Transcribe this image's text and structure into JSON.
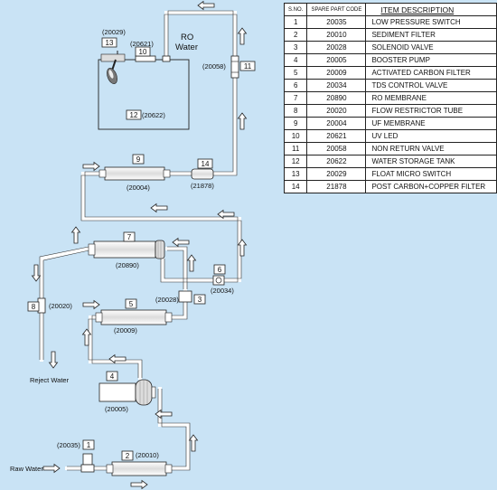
{
  "labels": {
    "ro_water": "RO",
    "ro_water_2": "Water",
    "reject_water": "Reject Water",
    "raw_water": "Raw Water"
  },
  "components": [
    {
      "num": "1",
      "code": "(20035)"
    },
    {
      "num": "2",
      "code": "(20010)"
    },
    {
      "num": "3",
      "code": "(20028)"
    },
    {
      "num": "4",
      "code": "(20005)"
    },
    {
      "num": "5",
      "code": "(20009)"
    },
    {
      "num": "6",
      "code": "(20034)"
    },
    {
      "num": "7",
      "code": "(20890)"
    },
    {
      "num": "8",
      "code": "(20020)"
    },
    {
      "num": "9",
      "code": "(20004)"
    },
    {
      "num": "10",
      "code": "(20621)"
    },
    {
      "num": "11",
      "code": "(20058)"
    },
    {
      "num": "12",
      "code": "(20622)"
    },
    {
      "num": "13",
      "code": "(20029)"
    },
    {
      "num": "14",
      "code": "(21878)"
    }
  ],
  "table": {
    "headers": {
      "sno": "S.NO.",
      "code": "SPARE PART CODE",
      "desc": "ITEM DESCRIPTION"
    },
    "rows": [
      {
        "sno": "1",
        "code": "20035",
        "desc": "LOW PRESSURE SWITCH"
      },
      {
        "sno": "2",
        "code": "20010",
        "desc": "SEDIMENT FILTER"
      },
      {
        "sno": "3",
        "code": "20028",
        "desc": "SOLENOID VALVE"
      },
      {
        "sno": "4",
        "code": "20005",
        "desc": "BOOSTER PUMP"
      },
      {
        "sno": "5",
        "code": "20009",
        "desc": "ACTIVATED CARBON FILTER"
      },
      {
        "sno": "6",
        "code": "20034",
        "desc": "TDS CONTROL VALVE"
      },
      {
        "sno": "7",
        "code": "20890",
        "desc": "RO MEMBRANE"
      },
      {
        "sno": "8",
        "code": "20020",
        "desc": "FLOW RESTRICTOR TUBE"
      },
      {
        "sno": "9",
        "code": "20004",
        "desc": "UF MEMBRANE"
      },
      {
        "sno": "10",
        "code": "20621",
        "desc": "UV LED"
      },
      {
        "sno": "11",
        "code": "20058",
        "desc": "NON RETURN VALVE"
      },
      {
        "sno": "12",
        "code": "20622",
        "desc": "WATER STORAGE TANK"
      },
      {
        "sno": "13",
        "code": "20029",
        "desc": "FLOAT MICRO SWITCH"
      },
      {
        "sno": "14",
        "code": "21878",
        "desc": "POST CARBON+COPPER FILTER"
      }
    ]
  },
  "colors": {
    "background": "#c9e3f5",
    "pipe": "#ffffff",
    "outline": "#222222",
    "component_fill": "#ffffff",
    "cartridge_fill": "#eaeaea"
  }
}
